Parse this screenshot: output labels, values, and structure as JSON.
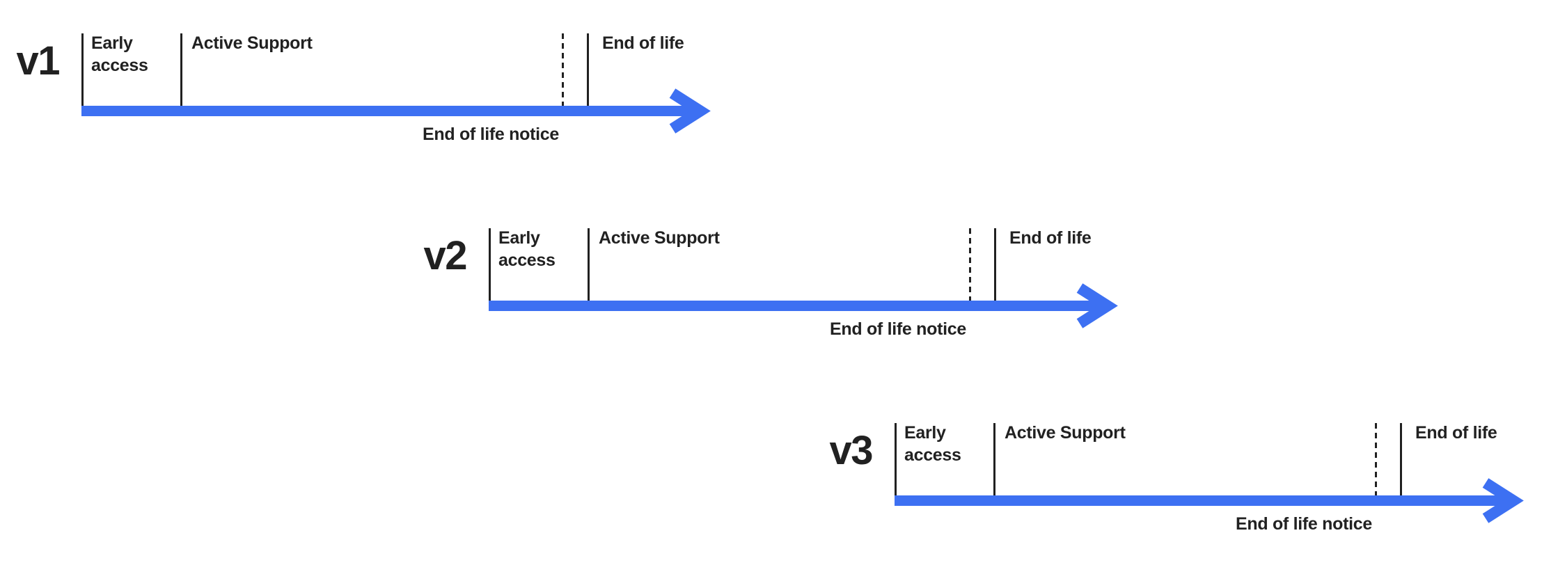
{
  "colors": {
    "accent_blue": "#3D70F2",
    "ink": "#212121",
    "background": "#FFFFFF"
  },
  "timelines": [
    {
      "version": "v1",
      "labels": {
        "early_access": "Early access",
        "active_support": "Active Support",
        "end_of_life": "End of life",
        "end_of_life_notice": "End of life notice"
      }
    },
    {
      "version": "v2",
      "labels": {
        "early_access": "Early access",
        "active_support": "Active Support",
        "end_of_life": "End of life",
        "end_of_life_notice": "End of life notice"
      }
    },
    {
      "version": "v3",
      "labels": {
        "early_access": "Early access",
        "active_support": "Active Support",
        "end_of_life": "End of life",
        "end_of_life_notice": "End of life notice"
      }
    }
  ]
}
